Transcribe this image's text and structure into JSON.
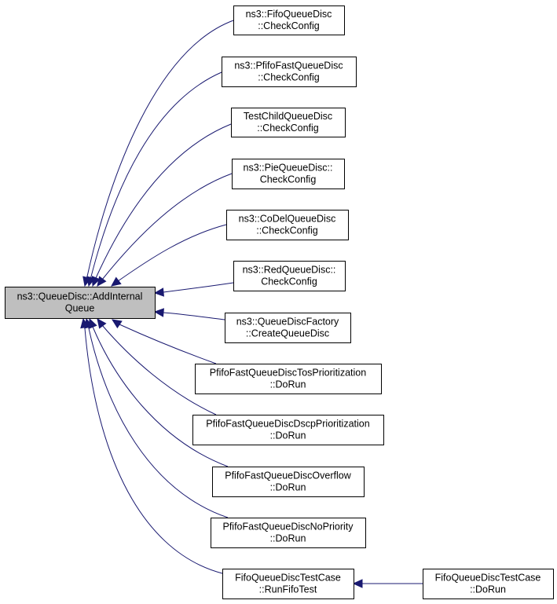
{
  "diagram": {
    "root": {
      "lines": [
        "ns3::QueueDisc::AddInternal",
        "Queue"
      ],
      "fill": "#bfbfbf"
    },
    "callers": [
      {
        "id": "fifo-check",
        "lines": [
          "ns3::FifoQueueDisc",
          "::CheckConfig"
        ]
      },
      {
        "id": "pfifo-check",
        "lines": [
          "ns3::PfifoFastQueueDisc",
          "::CheckConfig"
        ]
      },
      {
        "id": "testchild-check",
        "lines": [
          "TestChildQueueDisc",
          "::CheckConfig"
        ]
      },
      {
        "id": "pie-check",
        "lines": [
          "ns3::PieQueueDisc::",
          "CheckConfig"
        ]
      },
      {
        "id": "codel-check",
        "lines": [
          "ns3::CoDelQueueDisc",
          "::CheckConfig"
        ]
      },
      {
        "id": "red-check",
        "lines": [
          "ns3::RedQueueDisc::",
          "CheckConfig"
        ]
      },
      {
        "id": "factory-create",
        "lines": [
          "ns3::QueueDiscFactory",
          "::CreateQueueDisc"
        ]
      },
      {
        "id": "tos-dorun",
        "lines": [
          "PfifoFastQueueDiscTosPrioritization",
          "::DoRun"
        ]
      },
      {
        "id": "dscp-dorun",
        "lines": [
          "PfifoFastQueueDiscDscpPrioritization",
          "::DoRun"
        ]
      },
      {
        "id": "overflow-dorun",
        "lines": [
          "PfifoFastQueueDiscOverflow",
          "::DoRun"
        ]
      },
      {
        "id": "nopriority-dorun",
        "lines": [
          "PfifoFastQueueDiscNoPriority",
          "::DoRun"
        ]
      },
      {
        "id": "runfifotest",
        "lines": [
          "FifoQueueDiscTestCase",
          "::RunFifoTest"
        ]
      },
      {
        "id": "fifotestcase-dorun",
        "lines": [
          "FifoQueueDiscTestCase",
          "::DoRun"
        ]
      }
    ],
    "edges": [
      {
        "from": "fifo-check",
        "to": "root"
      },
      {
        "from": "pfifo-check",
        "to": "root"
      },
      {
        "from": "testchild-check",
        "to": "root"
      },
      {
        "from": "pie-check",
        "to": "root"
      },
      {
        "from": "codel-check",
        "to": "root"
      },
      {
        "from": "red-check",
        "to": "root"
      },
      {
        "from": "factory-create",
        "to": "root"
      },
      {
        "from": "tos-dorun",
        "to": "root"
      },
      {
        "from": "dscp-dorun",
        "to": "root"
      },
      {
        "from": "overflow-dorun",
        "to": "root"
      },
      {
        "from": "nopriority-dorun",
        "to": "root"
      },
      {
        "from": "runfifotest",
        "to": "root"
      },
      {
        "from": "fifotestcase-dorun",
        "to": "runfifotest"
      }
    ],
    "colors": {
      "edge": "#191970",
      "node_fill": "#ffffff",
      "node_border": "#000000"
    }
  }
}
